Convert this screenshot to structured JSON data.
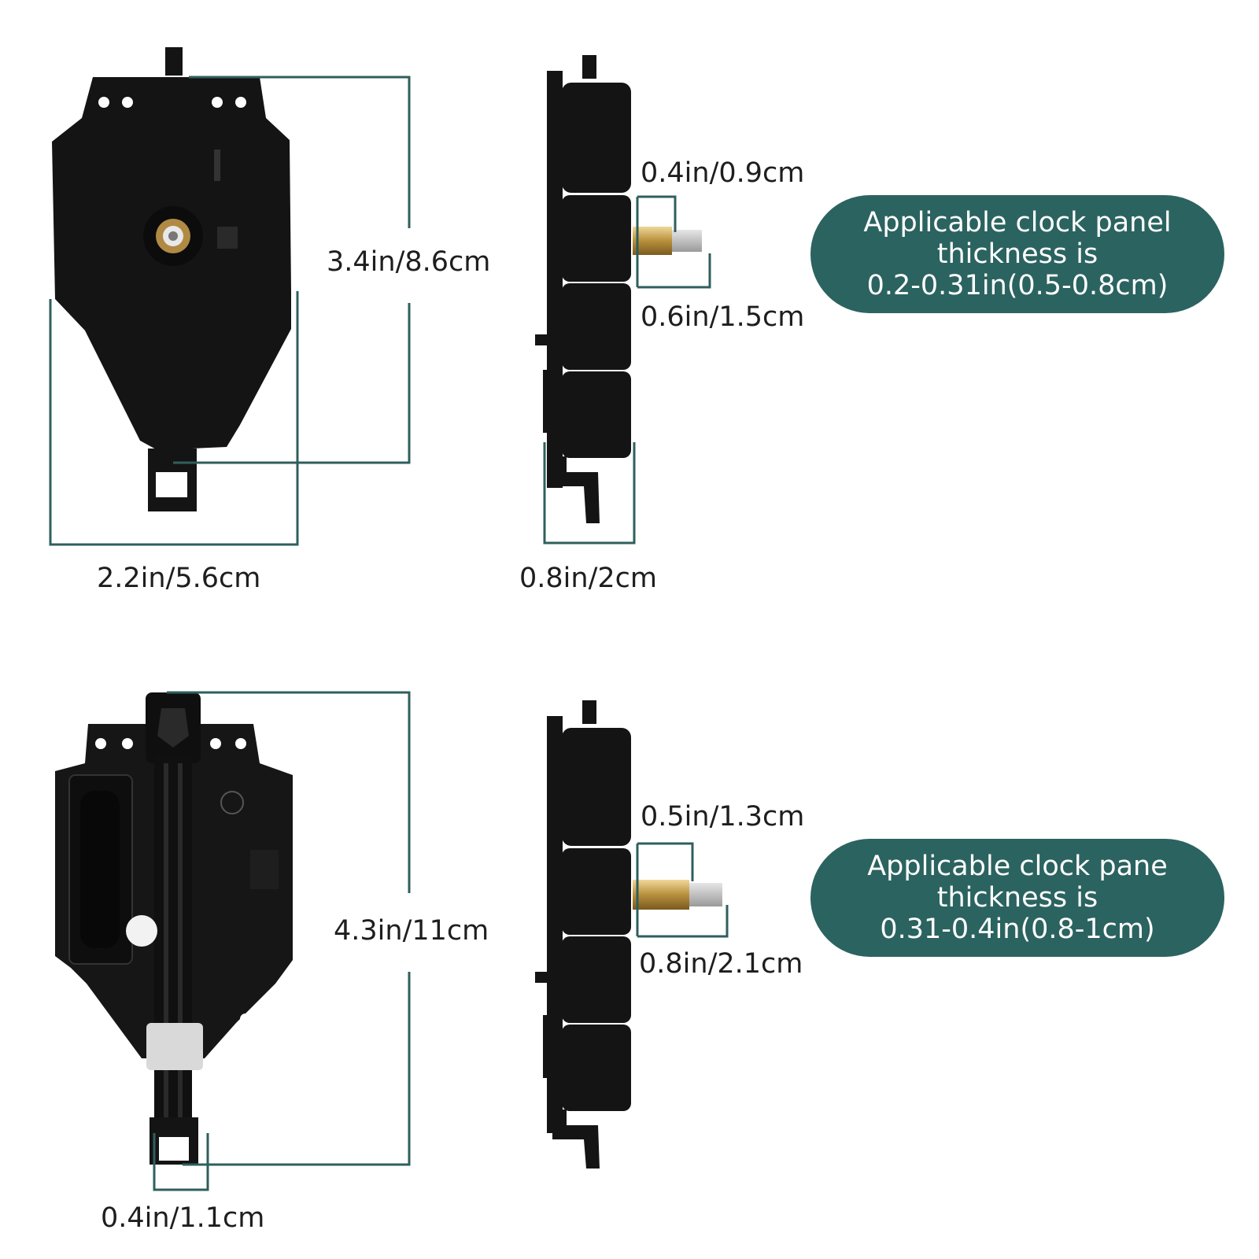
{
  "colors": {
    "dimension_line": "#2f5f5c",
    "badge_background": "#2b6360",
    "badge_text": "#ffffff",
    "movement_body": "#141414"
  },
  "top_movement": {
    "height_label": "3.4in/8.6cm",
    "width_label": "2.2in/5.6cm",
    "side_depth_label": "0.8in/2cm",
    "shaft_thread_label": "0.4in/0.9cm",
    "shaft_length_label": "0.6in/1.5cm",
    "badge_lines": [
      "Applicable clock panel",
      "thickness is",
      "0.2-0.31in(0.5-0.8cm)"
    ]
  },
  "bottom_movement": {
    "height_label": "4.3in/11cm",
    "hanger_width_label": "0.4in/1.1cm",
    "shaft_thread_label": "0.5in/1.3cm",
    "shaft_length_label": "0.8in/2.1cm",
    "badge_lines": [
      "Applicable clock pane",
      "thickness is",
      "0.31-0.4in(0.8-1cm)"
    ]
  }
}
